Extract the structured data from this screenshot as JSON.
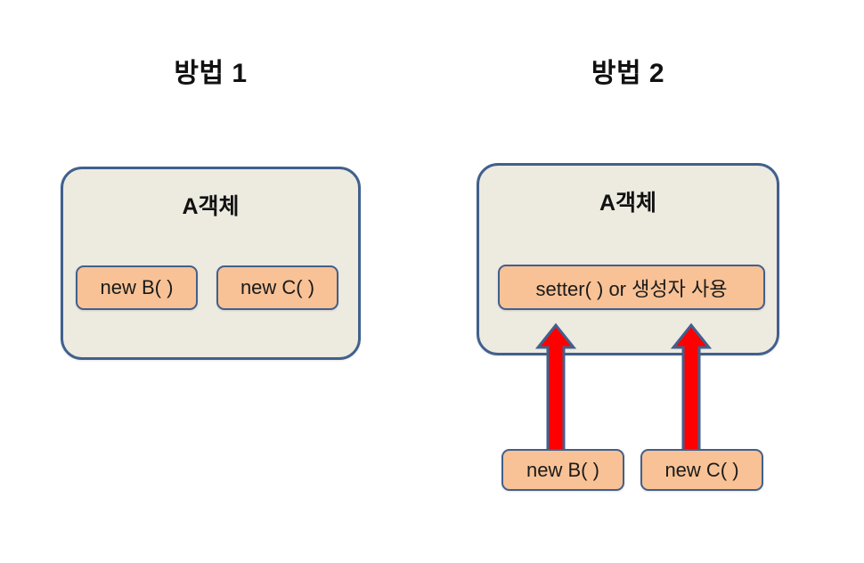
{
  "diagram": {
    "background_color": "#FFFFFF",
    "container_fill": "#EDEAE0",
    "container_border": "#41608C",
    "member_fill": "#F8C296",
    "arrow_fill": "#FF0000",
    "arrow_stroke": "#41608C"
  },
  "columns": [
    {
      "title": "방법 1",
      "object": {
        "title": "A객체",
        "members": [
          {
            "label": "new B( )"
          },
          {
            "label": "new C( )"
          }
        ]
      },
      "external": [],
      "arrows": []
    },
    {
      "title": "방법 2",
      "object": {
        "title": "A객체",
        "members": [
          {
            "label": "setter( ) or 생성자 사용"
          }
        ]
      },
      "external": [
        {
          "label": "new B( )"
        },
        {
          "label": "new C( )"
        }
      ],
      "arrows": [
        {
          "name": "arrow-b",
          "direction": "up"
        },
        {
          "name": "arrow-c",
          "direction": "up"
        }
      ]
    }
  ]
}
